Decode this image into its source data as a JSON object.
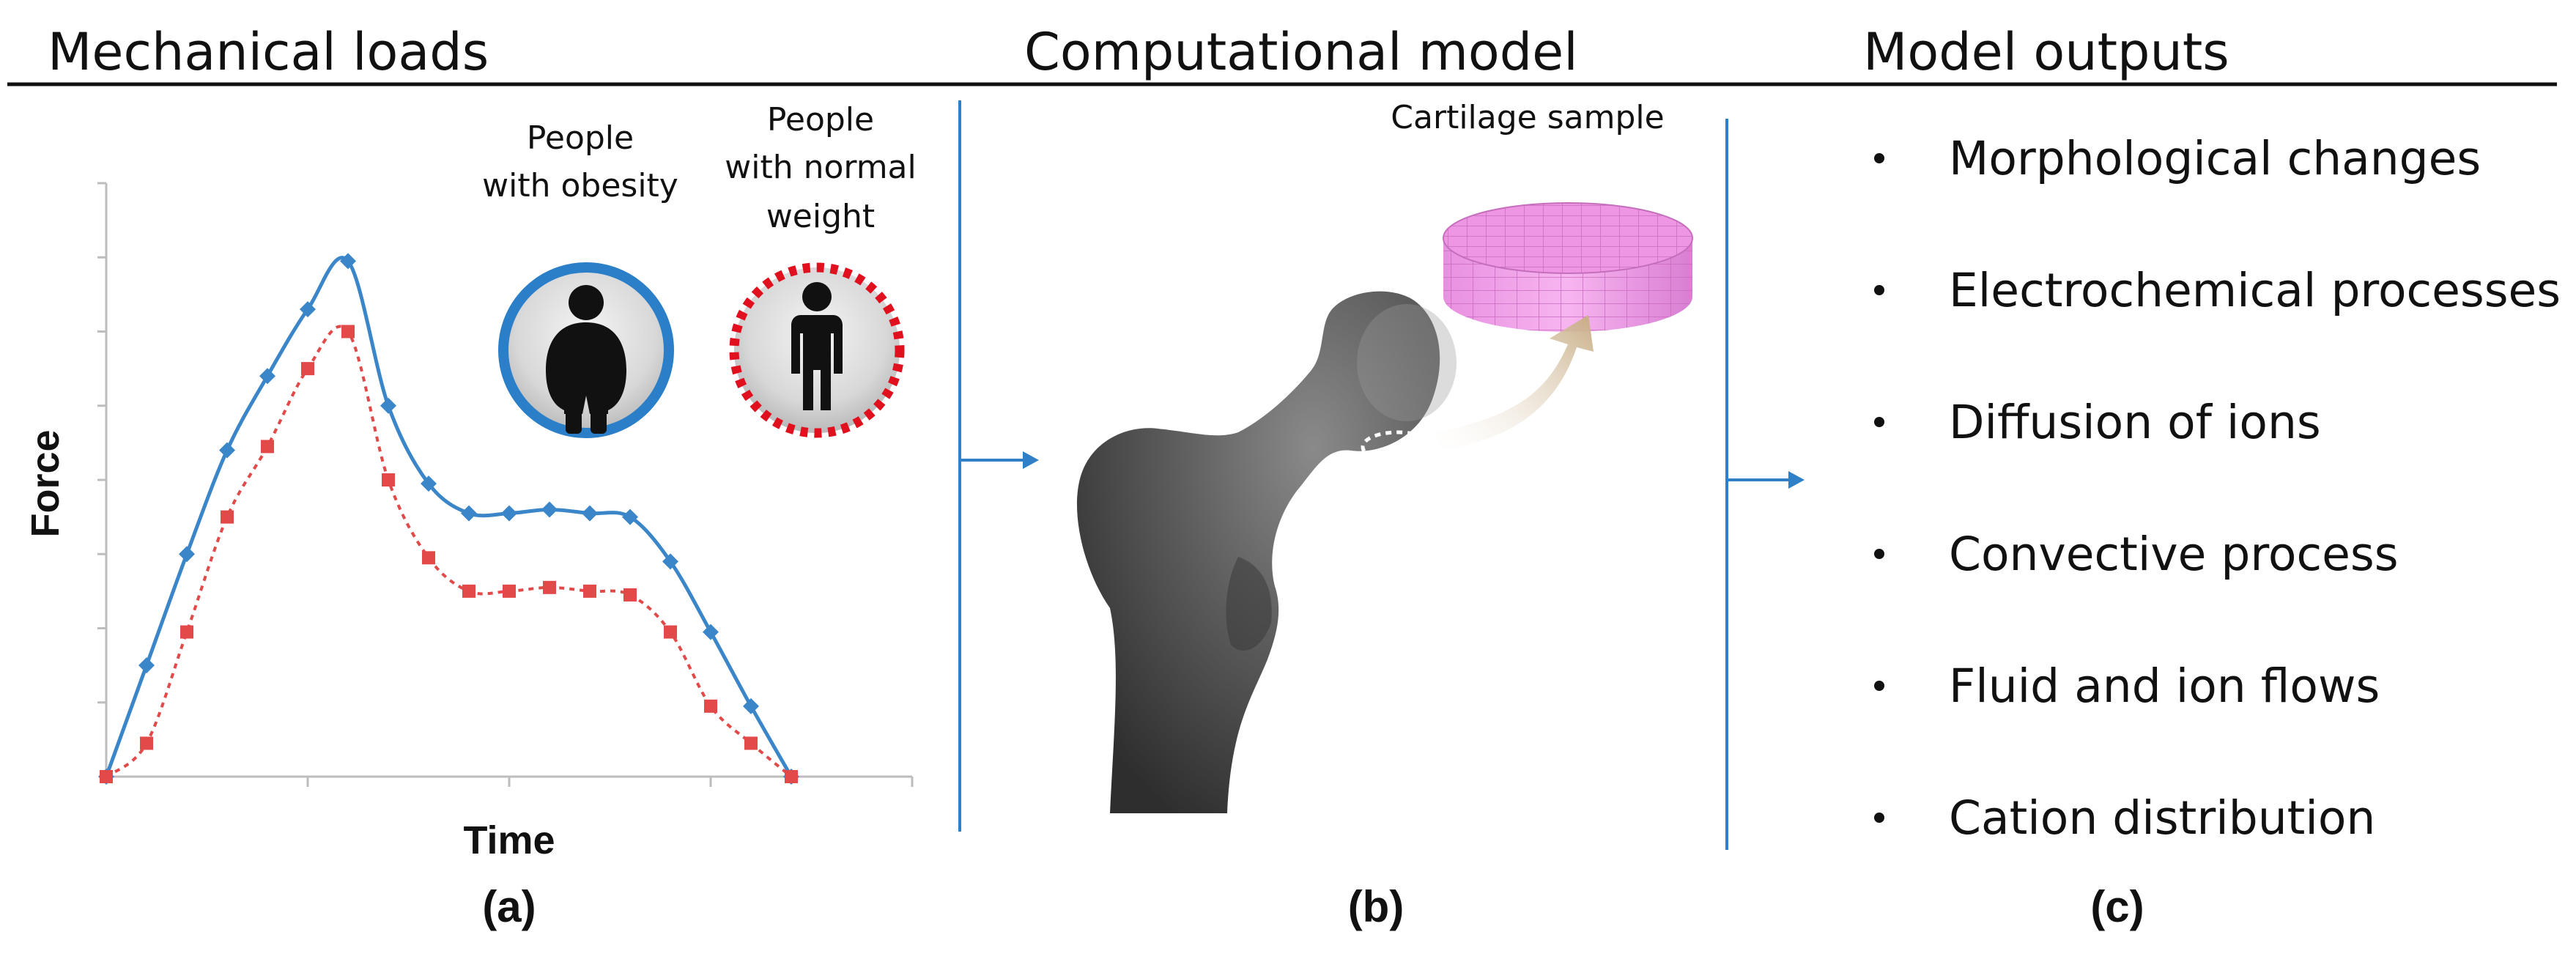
{
  "sections": {
    "left": {
      "title": "Mechanical loads",
      "panel_label": "(a)"
    },
    "middle": {
      "title": "Computational model",
      "panel_label": "(b)",
      "sample_label": "Cartilage sample"
    },
    "right": {
      "title": "Model outputs",
      "panel_label": "(c)"
    }
  },
  "legend": {
    "obese_line1": "People",
    "obese_line2": "with obesity",
    "normal_line1": "People",
    "normal_line2": "with normal",
    "normal_line3": "weight",
    "obese_color": "#2b7fc8",
    "normal_color": "#e0101e"
  },
  "outputs": [
    "Morphological changes",
    "Electrochemical processes",
    "Diffusion of ions",
    "Convective process",
    "Fluid and ion flows",
    "Cation distribution"
  ],
  "chart_data": {
    "type": "line",
    "xlabel": "Time",
    "ylabel": "Force",
    "xlim": [
      0,
      20
    ],
    "ylim": [
      0,
      8
    ],
    "series": [
      {
        "color": "#3b86c8",
        "marker": "diamond",
        "x": [
          0,
          1,
          2,
          3,
          4,
          5,
          6,
          7,
          8,
          9,
          10,
          11,
          12,
          13,
          14,
          15,
          16,
          17
        ],
        "values": [
          0,
          1.5,
          3.0,
          4.4,
          5.4,
          6.3,
          6.95,
          5.0,
          3.95,
          3.55,
          3.55,
          3.6,
          3.55,
          3.5,
          2.9,
          1.95,
          0.95,
          0
        ]
      },
      {
        "color": "#e24a4a",
        "marker": "square",
        "x": [
          0,
          1,
          2,
          3,
          4,
          5,
          6,
          7,
          8,
          9,
          10,
          11,
          12,
          13,
          14,
          15,
          16,
          17
        ],
        "values": [
          0,
          0.45,
          1.95,
          3.5,
          4.45,
          5.5,
          6.0,
          4.0,
          2.95,
          2.5,
          2.5,
          2.55,
          2.5,
          2.45,
          1.95,
          0.95,
          0.45,
          0
        ]
      }
    ]
  }
}
